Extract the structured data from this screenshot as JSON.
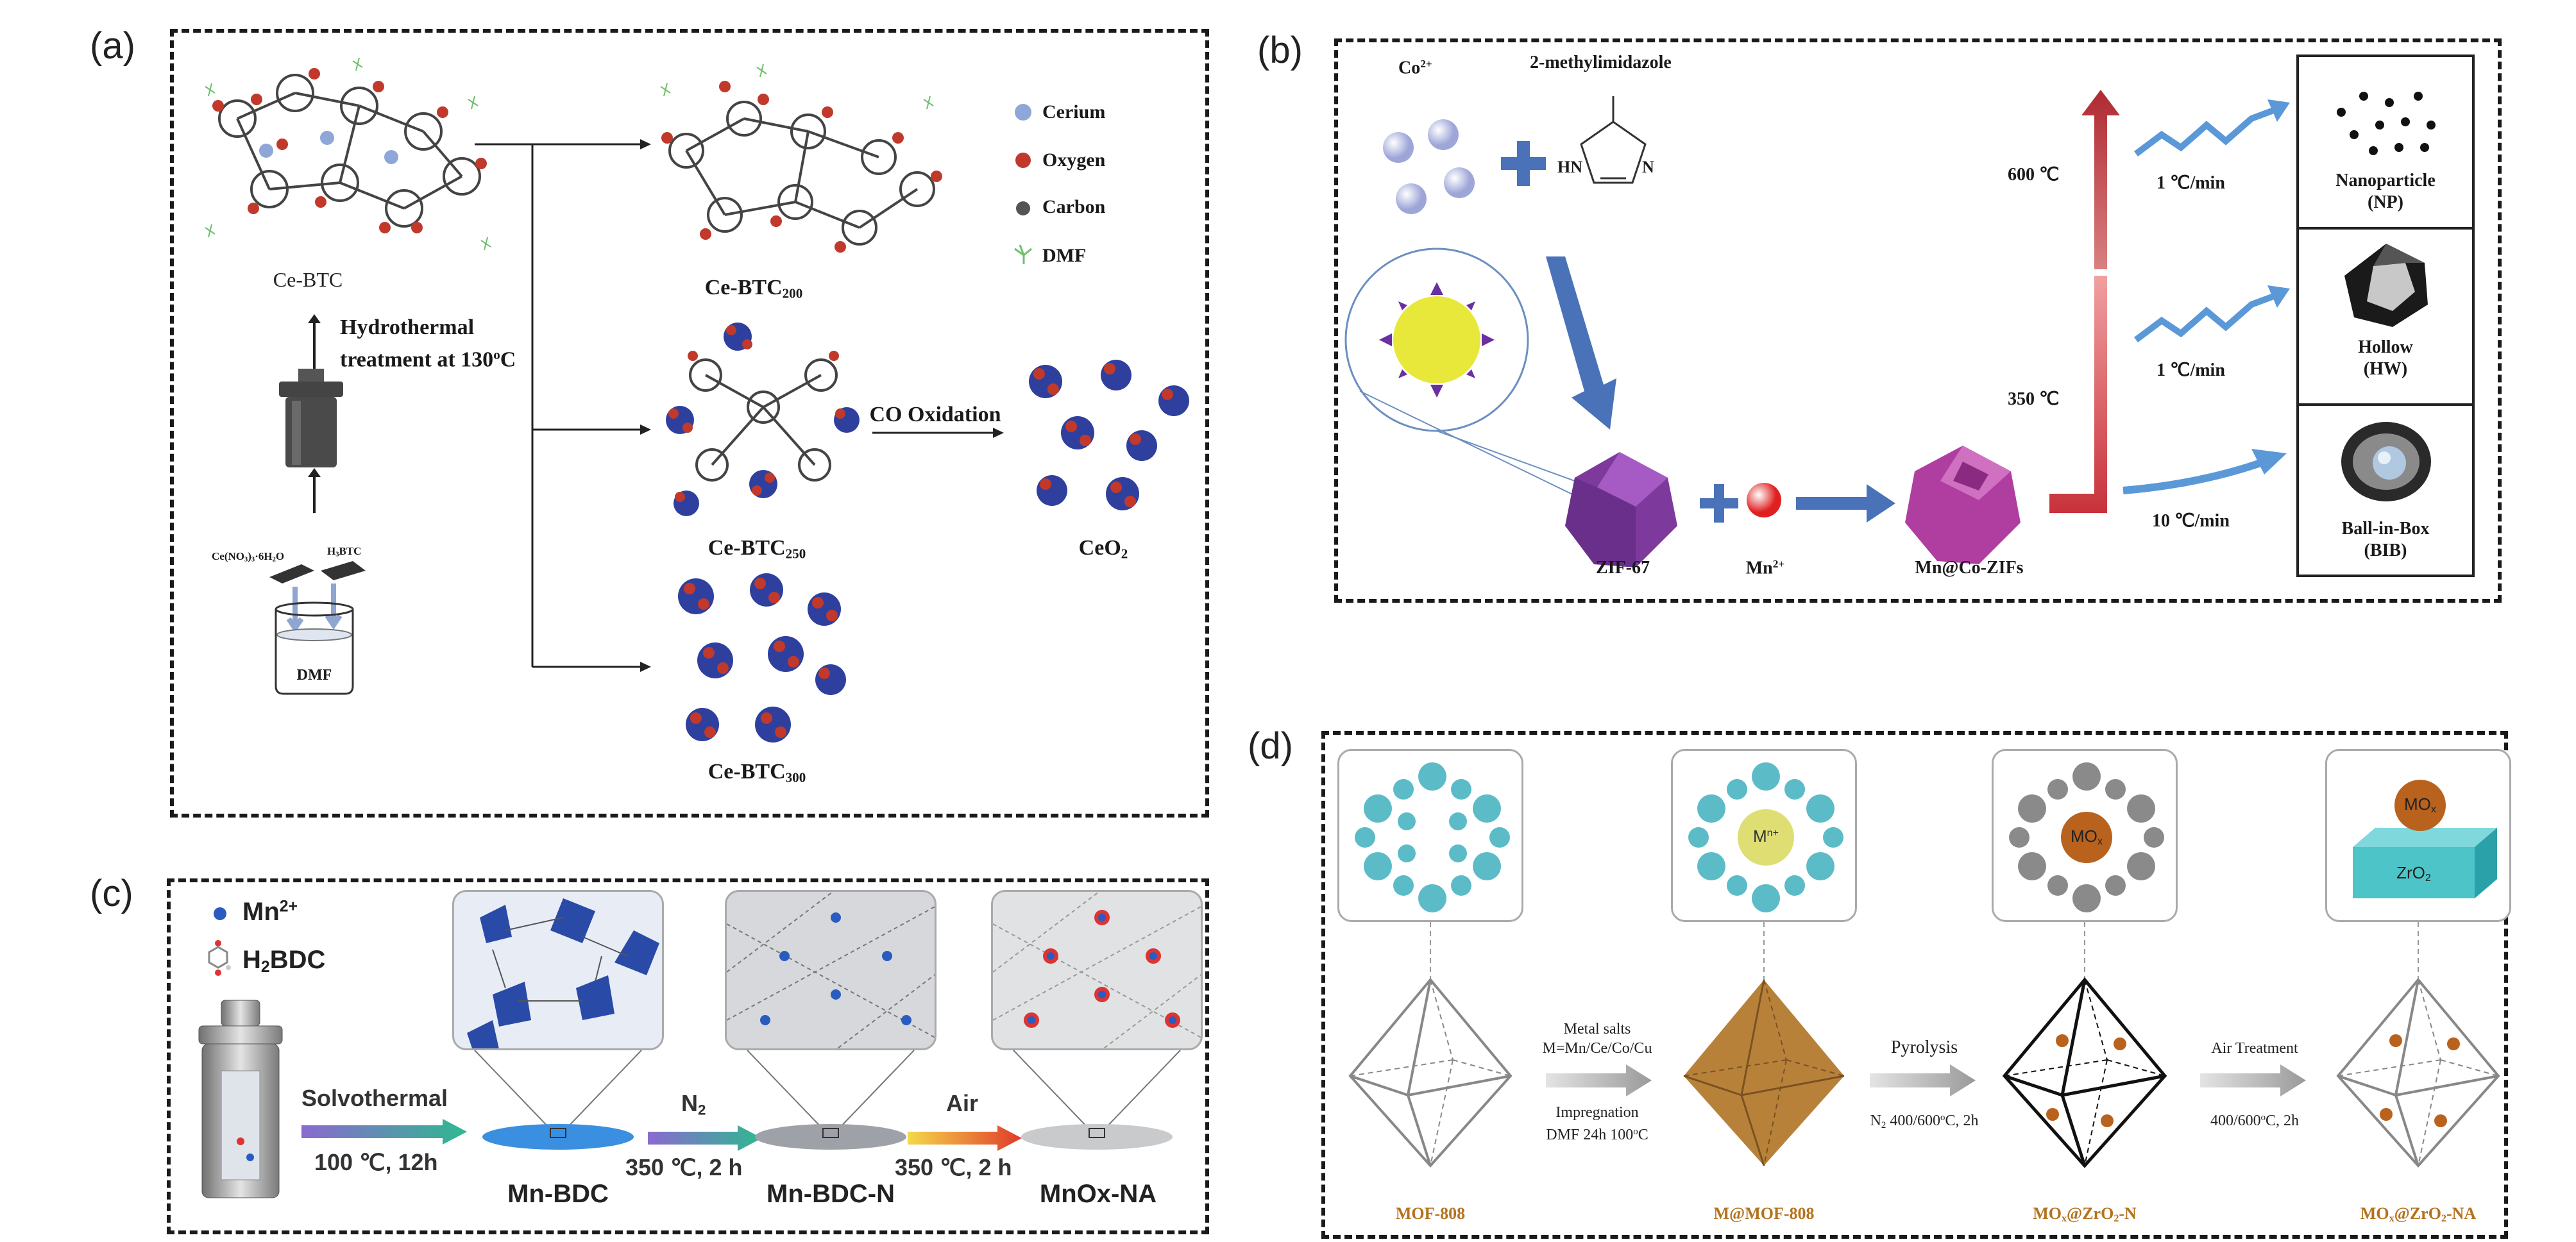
{
  "panels": {
    "a": {
      "letter": "(a)",
      "legend": [
        "Cerium",
        "Oxygen",
        "Carbon",
        "DMF"
      ],
      "ce_btc": "Ce-BTC",
      "step": [
        "Hydrothermal",
        "treatment at 130",
        "o",
        "C"
      ],
      "reagent1": [
        "Ce(NO",
        "3",
        ")",
        "3",
        "·6H",
        "2",
        "O"
      ],
      "reagent2": [
        "H",
        "3",
        "BTC"
      ],
      "solvent": "DMF",
      "products": [
        {
          "base": "Ce-BTC",
          "sub": "200"
        },
        {
          "base": "Ce-BTC",
          "sub": "250"
        },
        {
          "base": "Ce-BTC",
          "sub": "300"
        }
      ],
      "co_ox": "CO Oxidation",
      "ceo2": [
        "CeO",
        "2"
      ]
    },
    "b": {
      "letter": "(b)",
      "co": [
        "Co",
        "2+"
      ],
      "ligand": "2-methylimidazole",
      "hn": "HN",
      "n": "N",
      "zif": "ZIF-67",
      "mn": [
        "Mn",
        "2+"
      ],
      "mnco": "Mn@Co-ZIFs",
      "temps": [
        "600 ℃",
        "350 ℃"
      ],
      "rates": [
        "1 ℃/min",
        "1 ℃/min",
        "10 ℃/min"
      ],
      "results": [
        [
          "Nanoparticle",
          "(NP)"
        ],
        [
          "Hollow",
          "(HW)"
        ],
        [
          "Ball-in-Box",
          "(BIB)"
        ]
      ]
    },
    "c": {
      "letter": "(c)",
      "mn": [
        "Mn",
        "2+"
      ],
      "h2bdc": [
        "H",
        "2",
        "BDC"
      ],
      "step1": [
        "Solvothermal",
        "100 ℃, 12h"
      ],
      "step2": [
        "N",
        "2",
        "350 ℃, 2 h"
      ],
      "step3": [
        "Air",
        "350 ℃, 2 h"
      ],
      "products": [
        "Mn-BDC",
        "Mn-BDC-N",
        "MnOx-NA"
      ]
    },
    "d": {
      "letter": "(d)",
      "inset_labels": {
        "mn": [
          "M",
          "n+"
        ],
        "mox": [
          "MO",
          "x"
        ],
        "mox2": [
          "MO",
          "x"
        ],
        "zro2": [
          "ZrO",
          "2"
        ]
      },
      "step1": [
        "Metal salts",
        "M=Mn/Ce/Co/Cu",
        "Impregnation",
        "DMF 24h 100",
        "o",
        "C"
      ],
      "step2": [
        "Pyrolysis",
        "N",
        "2",
        " 400/600",
        "o",
        "C, 2h"
      ],
      "step3": [
        "Air Treatment",
        "400/600",
        "o",
        "C, 2h"
      ],
      "products": [
        [
          "MOF-808"
        ],
        [
          "M@MOF-808"
        ],
        [
          "MO",
          "x",
          "@ZrO",
          "2",
          "-N"
        ],
        [
          "MO",
          "x",
          "@ZrO",
          "2",
          "-NA"
        ]
      ],
      "product_color": "#b5721e"
    }
  },
  "colors": {
    "cerium": "#8fa6d8",
    "oxygen": "#c0392b",
    "carbon": "#555555",
    "dmf": "#6cc06c",
    "arrow_blue": "#4a72b8",
    "arrow_red": "#c8323a",
    "mof_teal": "#5bbcc8",
    "octa_brown": "#b8813a"
  }
}
